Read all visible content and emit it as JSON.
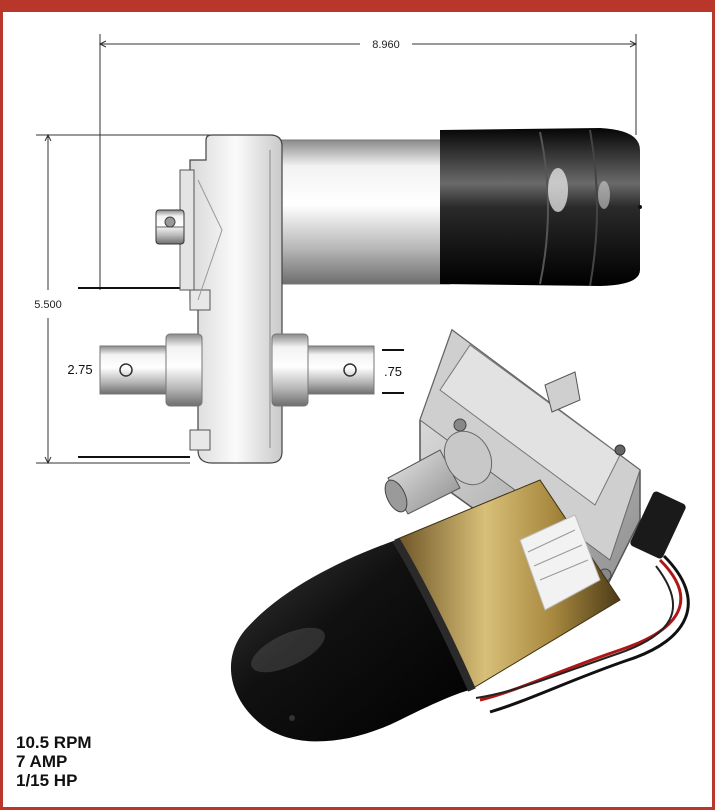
{
  "dimensions": {
    "width": "8.960",
    "height": "5.500",
    "shaft_offset": "2.75",
    "shaft_diameter": ".75"
  },
  "specs": [
    {
      "label": "10.5 RPM"
    },
    {
      "label": "7 AMP"
    },
    {
      "label": "1/15 HP"
    }
  ],
  "colors": {
    "border": "#b8372a",
    "line": "#222222"
  }
}
